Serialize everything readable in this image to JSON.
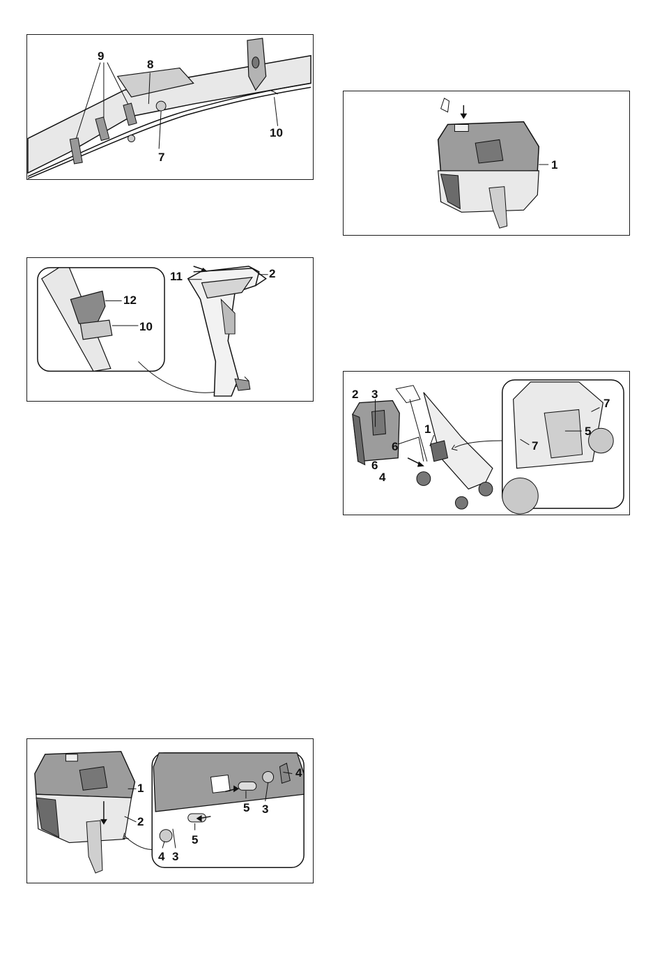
{
  "figures": {
    "fig_cable_routing": {
      "callouts": [
        "9",
        "8",
        "7",
        "10"
      ]
    },
    "fig_handle_clip": {
      "callouts": [
        "11",
        "2",
        "12",
        "10"
      ]
    },
    "fig_cover_press": {
      "callouts": [
        "1"
      ]
    },
    "fig_box_install": {
      "callouts": [
        "2",
        "3",
        "1",
        "6",
        "6",
        "4",
        "7",
        "7",
        "5"
      ]
    },
    "fig_box_assembly": {
      "callouts": [
        "1",
        "2",
        "4",
        "5",
        "5",
        "3",
        "4",
        "3"
      ]
    }
  },
  "colors": {
    "line": "#111111",
    "shade": "#a9a9a9",
    "dark": "#6f6f6f",
    "light": "#d9d9d9"
  }
}
